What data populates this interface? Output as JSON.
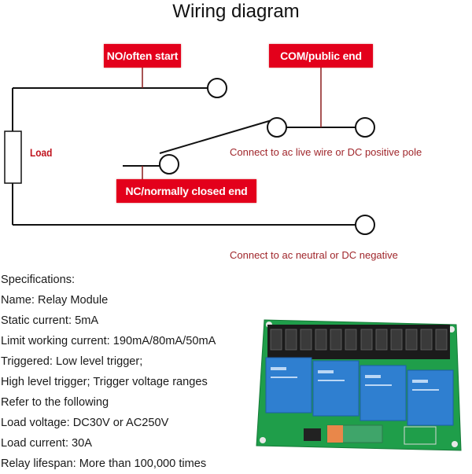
{
  "title": "Wiring diagram",
  "diagram": {
    "labels": {
      "no": "NO/often start",
      "com": "COM/public end",
      "nc": "NC/normally closed end",
      "load": "Load"
    },
    "notes": {
      "live": "Connect to ac live wire or DC positive pole",
      "neutral": "Connect to ac neutral or DC negative"
    },
    "colors": {
      "tag_bg": "#e3001b",
      "tag_text": "#ffffff",
      "note_text": "#a0272c",
      "wire": "#111111",
      "leader": "#8b1a1a"
    }
  },
  "specifications": {
    "heading": "Specifications:",
    "lines": [
      "Name: Relay Module",
      "Static current: 5mA",
      "Limit working current: 190mA/80mA/50mA",
      "Triggered: Low level trigger;",
      "High level trigger;  Trigger voltage ranges",
      "Refer to the following",
      "Load voltage: DC30V or AC250V",
      "Load current: 30A",
      "Relay lifespan: More than 100,000 times"
    ]
  },
  "product_image": {
    "description": "4-channel relay module board",
    "relay_count": 4,
    "colors": {
      "pcb": "#1f9e4a",
      "relay": "#2f7fd0",
      "terminal": "#1b1b1b"
    }
  }
}
